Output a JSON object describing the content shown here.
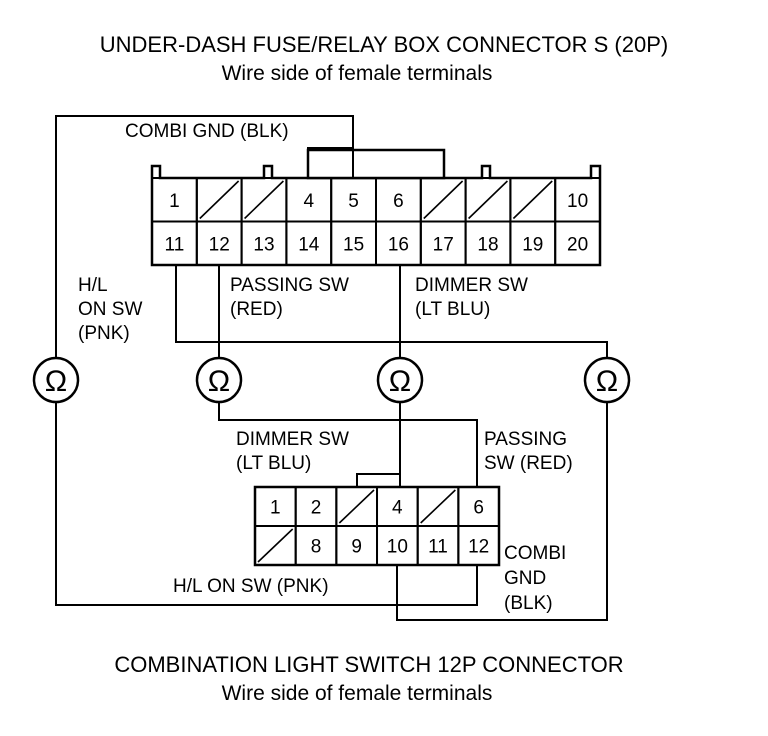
{
  "title_top": "UNDER-DASH FUSE/RELAY BOX CONNECTOR S (20P)",
  "subtitle_top": "Wire side of female terminals",
  "title_bottom": "COMBINATION LIGHT SWITCH 12P CONNECTOR",
  "subtitle_bottom": "Wire side of female terminals",
  "top_connector": {
    "row1": [
      "1",
      "",
      "",
      "4",
      "5",
      "6",
      "",
      "",
      "",
      "10"
    ],
    "row2": [
      "11",
      "12",
      "13",
      "14",
      "15",
      "16",
      "17",
      "18",
      "19",
      "20"
    ]
  },
  "bottom_connector": {
    "row1": [
      "1",
      "2",
      "",
      "4",
      "",
      "6"
    ],
    "row2": [
      "",
      "8",
      "9",
      "10",
      "11",
      "12"
    ]
  },
  "labels": {
    "combi_gnd_top": "COMBI GND (BLK)",
    "hl_on_sw_1": "H/L",
    "hl_on_sw_2": "ON SW",
    "hl_on_sw_3": "(PNK)",
    "passing_sw_1": "PASSING SW",
    "passing_sw_2": "(RED)",
    "dimmer_sw_1": "DIMMER SW",
    "dimmer_sw_2": "(LT BLU)",
    "dimmer_sw_b1": "DIMMER SW",
    "dimmer_sw_b2": "(LT BLU)",
    "passing_sw_b1": "PASSING",
    "passing_sw_b2": "SW (RED)",
    "hl_on_sw_bottom": "H/L ON SW (PNK)",
    "combi_gnd_b1": "COMBI",
    "combi_gnd_b2": "GND",
    "combi_gnd_b3": "(BLK)"
  },
  "meter_symbol": "Ω"
}
